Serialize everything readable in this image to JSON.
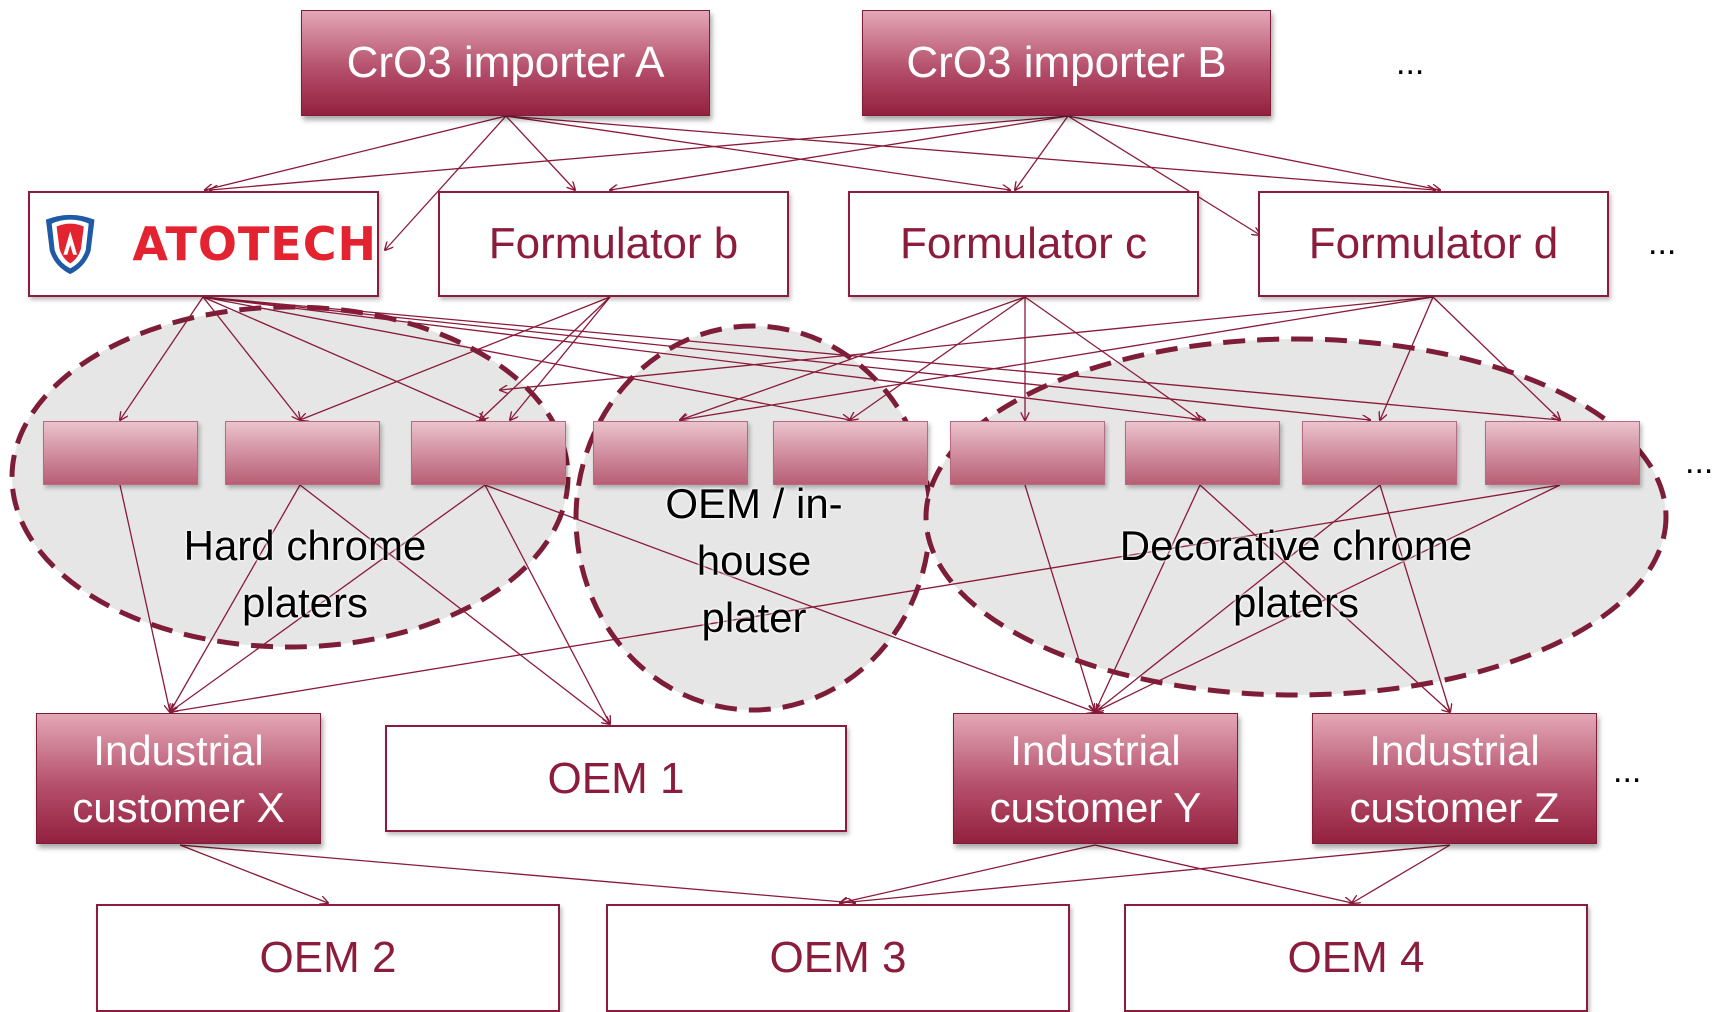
{
  "importers": [
    "CrO3 importer A",
    "CrO3 importer B"
  ],
  "importers_more": "...",
  "formulators": {
    "logo": "ATOTECH",
    "others": [
      "Formulator b",
      "Formulator c",
      "Formulator d"
    ],
    "more": "..."
  },
  "groups": {
    "hard": "Hard chrome platers",
    "inhouse": "OEM / in-house plater",
    "decorative": "Decorative chrome platers"
  },
  "platers_more": "...",
  "customers": {
    "x": "Industrial customer X",
    "oem1": "OEM 1",
    "y": "Industrial customer Y",
    "z": "Industrial customer Z",
    "more": "..."
  },
  "oems": [
    "OEM 2",
    "OEM 3",
    "OEM 4"
  ],
  "colors": {
    "accent": "#8c1c3b",
    "arrow": "#8a1a3a",
    "group_fill": "#e6e6e6",
    "logo_red": "#e3232f",
    "logo_blue": "#1f5aa6"
  }
}
